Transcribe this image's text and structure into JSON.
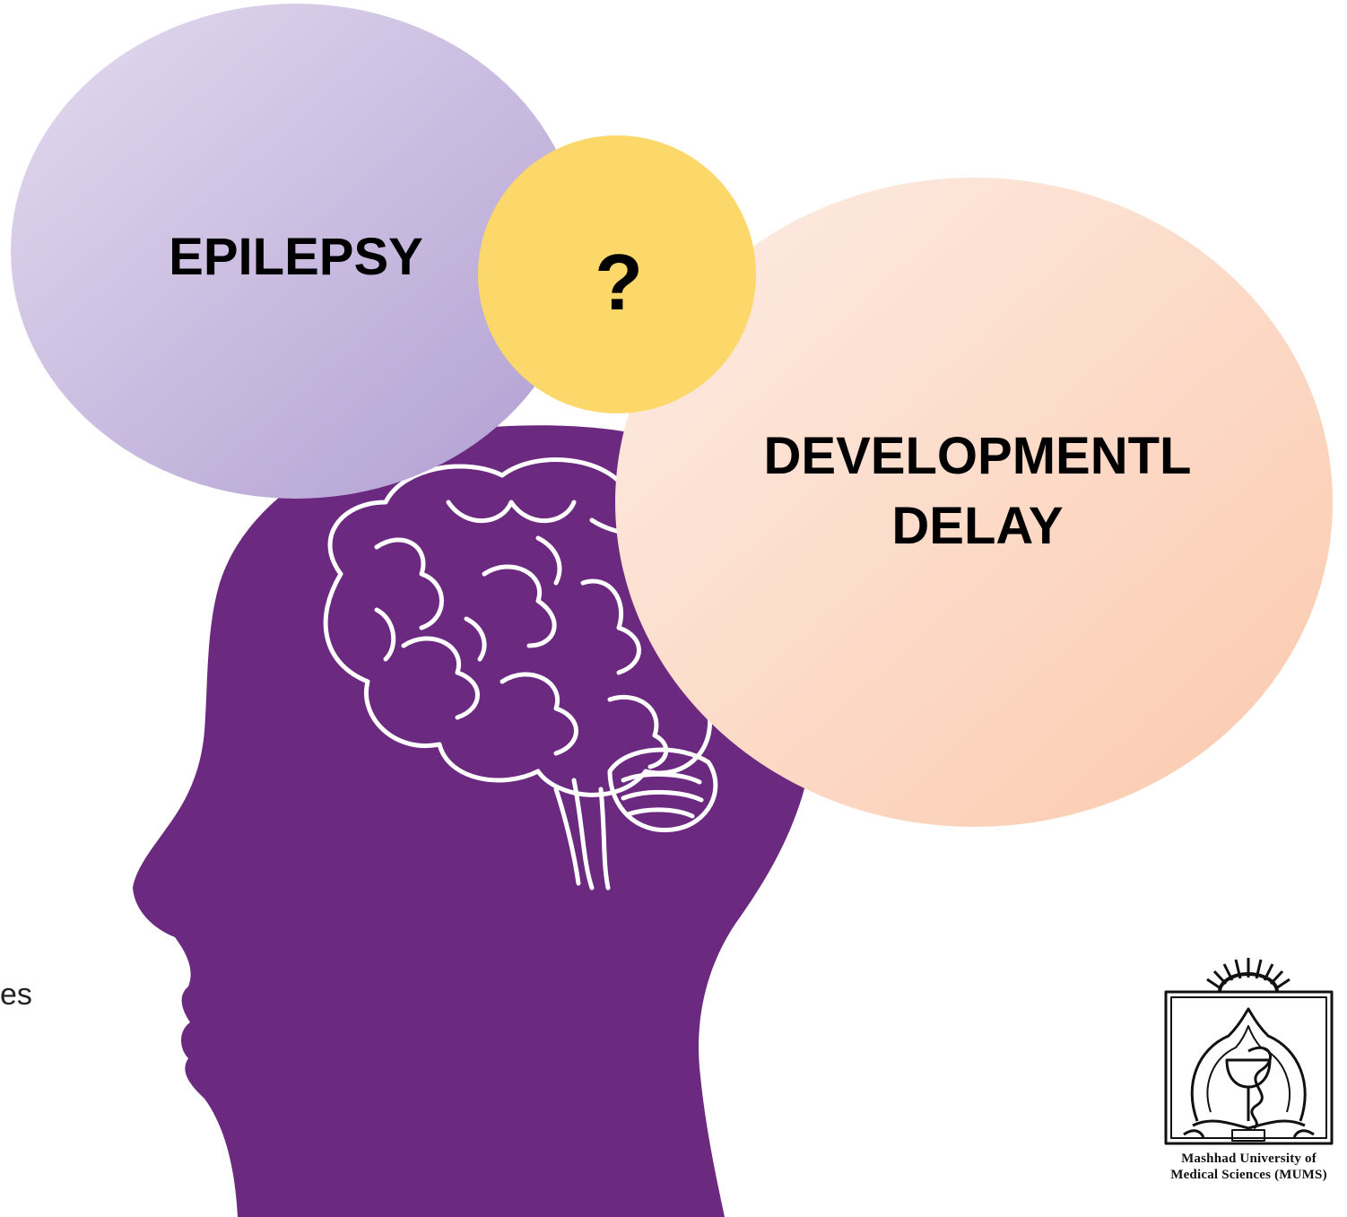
{
  "diagram": {
    "left_circle_label": "EPILEPSY",
    "center_circle_label": "?",
    "right_circle_label_line1": "DEVELOPMENTL",
    "right_circle_label_line2": "DELAY",
    "edge_text": "es"
  },
  "logo": {
    "caption_line1": "Mashhad University of",
    "caption_line2": "Medical Sciences (MUMS)"
  },
  "colors": {
    "head": "#6b2a80",
    "epilepsy_circle_light": "#e2d8ee",
    "epilepsy_circle_dark": "#b3a1d4",
    "question_circle": "#fcd769",
    "delay_circle_light": "#fde8de",
    "delay_circle_dark": "#fbcfb3",
    "brain_line": "#ffffff"
  }
}
